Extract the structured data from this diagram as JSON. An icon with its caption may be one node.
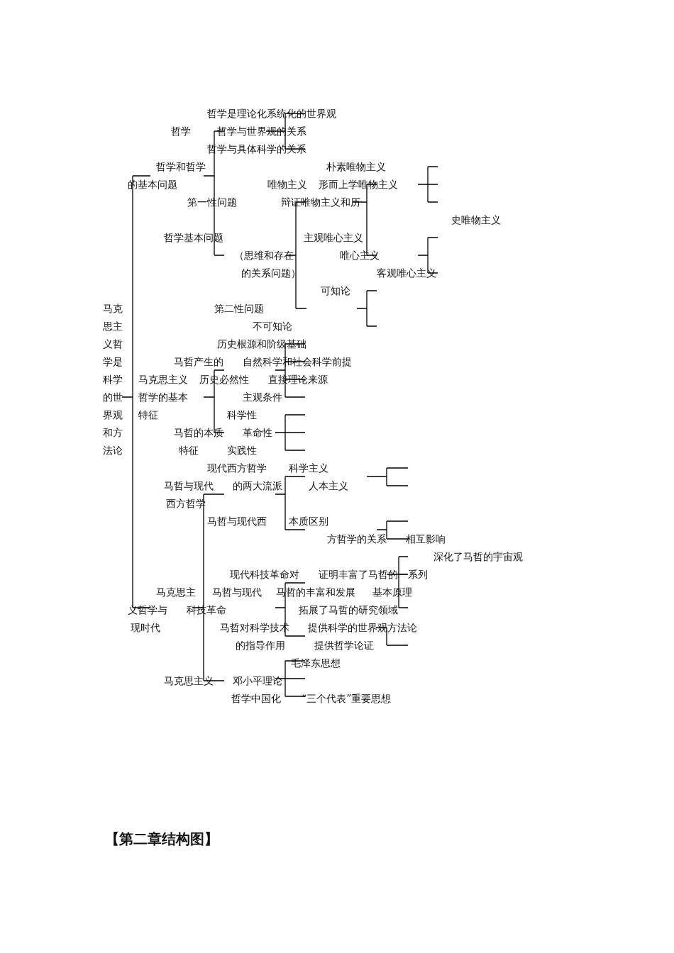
{
  "diagram": {
    "labels": [
      "哲学是理论化系统化的世界观",
      "哲学",
      "哲学与世界观的关系",
      "哲学与具体科学的关系",
      "哲学和哲学",
      "朴素唯物主义",
      "的基本问题",
      "唯物主义",
      "形而上学唯物主义",
      "第一性问题",
      "辩证唯物主义和历",
      "史唯物主义",
      "哲学基本问题",
      "主观唯心主义",
      "（思维和存在",
      "唯心主义",
      "的关系问题）",
      "客观唯心主义",
      "可知论",
      "马克",
      "第二性问题",
      "思主",
      "不可知论",
      "义哲",
      "历史根源和阶级基础",
      "学是",
      "马哲产生的",
      "自然科学和社会科学前提",
      "科学",
      "马克思主义",
      "历史必然性",
      "直接理论来源",
      "的世",
      "哲学的基本",
      "主观条件",
      "界观",
      "特征",
      "科学性",
      "和方",
      "马哲的本质",
      "革命性",
      "法论",
      "特征",
      "实践性",
      "现代西方哲学",
      "科学主义",
      "马哲与现代",
      "的两大流派",
      "人本主义",
      "西方哲学",
      "马哲与现代西",
      "本质区别",
      "方哲学的关系",
      "相互影响",
      "深化了马哲的宇宙观",
      "现代科技革命对",
      "证明丰富了马哲的一系列",
      "马克思主",
      "马哲与现代",
      "马哲的丰富和发展",
      "基本原理",
      "义哲学与",
      "科技革命",
      "拓展了马哲的研究领域",
      "现时代",
      "马哲对科学技术",
      "提供科学的世界观方法论",
      "的指导作用",
      "提供哲学论证",
      "毛泽东思想",
      "马克思主义",
      "邓小平理论",
      "哲学中国化",
      "“三个代表”重要思想",
      "【第二章结构图】"
    ]
  }
}
